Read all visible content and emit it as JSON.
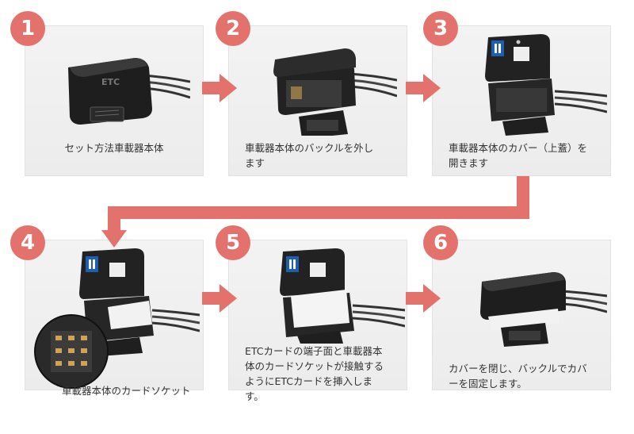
{
  "colors": {
    "accent": "#e4726c",
    "panel_bg": "#efefef",
    "text": "#333333"
  },
  "steps": [
    {
      "number": "1",
      "caption": "セット方法車載器本体",
      "image": "etc-unit-closed"
    },
    {
      "number": "2",
      "caption": "車載器本体のバックルを外し\nます",
      "image": "etc-unit-buckle-open"
    },
    {
      "number": "3",
      "caption": "車載器本体のカバー（上蓋）を\n開きます",
      "image": "etc-unit-cover-open"
    },
    {
      "number": "4",
      "caption": "車載器本体のカードソケット",
      "image": "etc-unit-card-socket"
    },
    {
      "number": "5",
      "caption": "ETCカードの端子面と車載器本\n体のカードソケットが接触する\nようにETCカードを挿入します。",
      "image": "etc-unit-card-inserted"
    },
    {
      "number": "6",
      "caption": "カバーを閉じ、バックルでカバ\nーを固定します。",
      "image": "etc-unit-closed-with-card"
    }
  ],
  "device_label": "ETC"
}
